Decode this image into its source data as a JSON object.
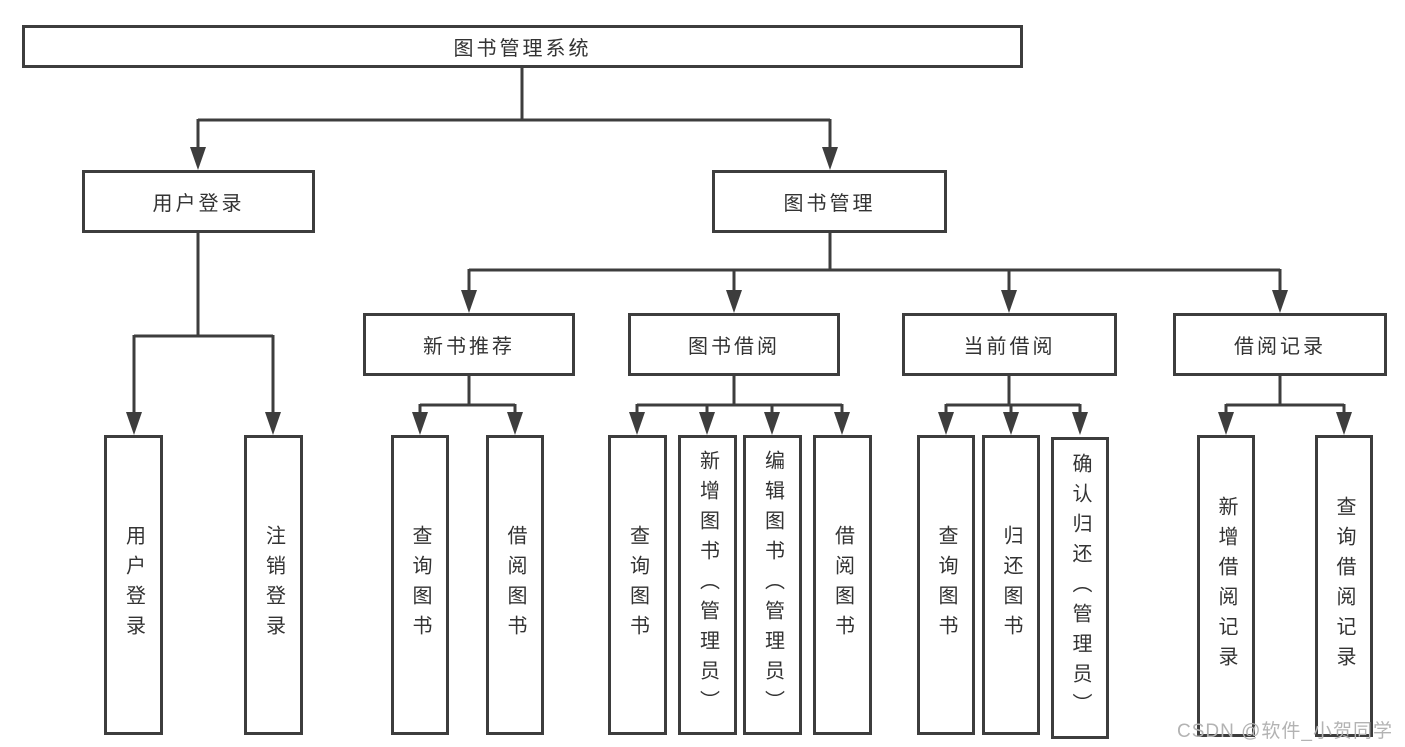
{
  "tree": {
    "root": {
      "label": "图书管理系统"
    },
    "branches": [
      {
        "label": "用户登录",
        "leaves": [
          {
            "label": "用户登录"
          },
          {
            "label": "注销登录"
          }
        ]
      },
      {
        "label": "图书管理",
        "groups": [
          {
            "label": "新书推荐",
            "leaves": [
              {
                "label": "查询图书"
              },
              {
                "label": "借阅图书"
              }
            ]
          },
          {
            "label": "图书借阅",
            "leaves": [
              {
                "label": "查询图书"
              },
              {
                "label": "新增图书（管理员）"
              },
              {
                "label": "编辑图书（管理员）"
              },
              {
                "label": "借阅图书"
              }
            ]
          },
          {
            "label": "当前借阅",
            "leaves": [
              {
                "label": "查询图书"
              },
              {
                "label": "归还图书"
              },
              {
                "label": "确认归还（管理员）"
              }
            ]
          },
          {
            "label": "借阅记录",
            "leaves": [
              {
                "label": "新增借阅记录"
              },
              {
                "label": "查询借阅记录"
              }
            ]
          }
        ]
      }
    ]
  },
  "watermark": {
    "text": "CSDN @软件_小贺同学",
    "color": "#b3b3b3"
  },
  "colors": {
    "line": "#3d3d3d",
    "box_border": "#3d3d3d",
    "text": "#333333",
    "background": "#ffffff"
  }
}
